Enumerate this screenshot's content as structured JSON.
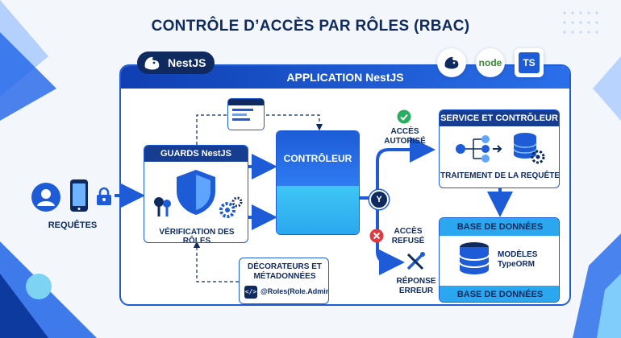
{
  "title": "CONTRÔLE D’ACCÈS PAR RÔLES (RBAC)",
  "nest_badge": "NestJS",
  "tech_icons": [
    {
      "name": "nestjs-icon"
    },
    {
      "name": "nodejs-icon",
      "text": "node"
    },
    {
      "name": "typescript-icon",
      "text": "TS"
    }
  ],
  "app": {
    "header": "APPLICATION NestJS"
  },
  "requests": {
    "label": "REQUÊTES"
  },
  "guards": {
    "header": "GUARDS NestJS",
    "caption": "VÉRIFICATION DES RÔLES"
  },
  "decorators": {
    "title_line1": "DÉCORATEURS ET",
    "title_line2": "MÉTADONNÉES",
    "code": "@Roles(Role.Admin)"
  },
  "controller": {
    "label": "CONTRÔLEUR"
  },
  "decision": {
    "letter": "Y"
  },
  "granted": {
    "line1": "ACCÈS",
    "line2": "AUTORISÉ"
  },
  "denied": {
    "line1": "ACCÈS",
    "line2": "REFUSÉ"
  },
  "error": {
    "line1": "RÉPONSE",
    "line2": "ERREUR"
  },
  "service": {
    "header": "SERVICE ET CONTRÔLEUR",
    "caption": "TRAITEMENT DE LA REQUÊTE"
  },
  "database": {
    "header": "BASE DE DONNÉES",
    "models_line1": "MODÈLES",
    "models_line2": "TypeORM",
    "footer": "BASE DE DONNÉES"
  },
  "colors": {
    "primary": "#1d5cd6",
    "navy": "#0f2a5e",
    "success": "#27ae60",
    "danger": "#e0393e"
  }
}
